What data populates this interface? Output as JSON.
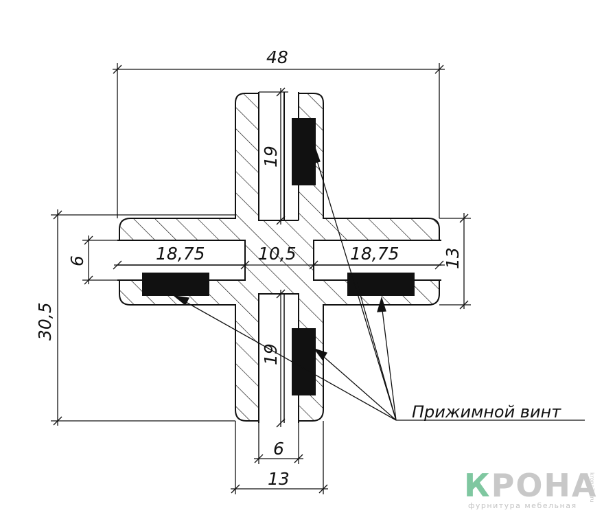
{
  "dimensions": {
    "overall_width": "48",
    "overall_height": "30,5",
    "slot_depth_left": "18,75",
    "center_width": "10,5",
    "slot_depth_right": "18,75",
    "slot_width_vertical": "6",
    "arm_thickness_vertical": "13",
    "slot_depth_top": "19",
    "slot_depth_bottom": "19",
    "slot_width_bottom": "6",
    "arm_thickness_bottom": "13"
  },
  "callout": {
    "label": "Прижимной винт"
  },
  "logo": {
    "first_letter": "К",
    "rest_letters": "РОНА",
    "tagline": "фурнитура мебельная",
    "side_text": "krona27.ru"
  },
  "colors": {
    "line": "#111111",
    "logo_accent": "#7fc7a0",
    "logo_gray": "#c8c8c8"
  }
}
